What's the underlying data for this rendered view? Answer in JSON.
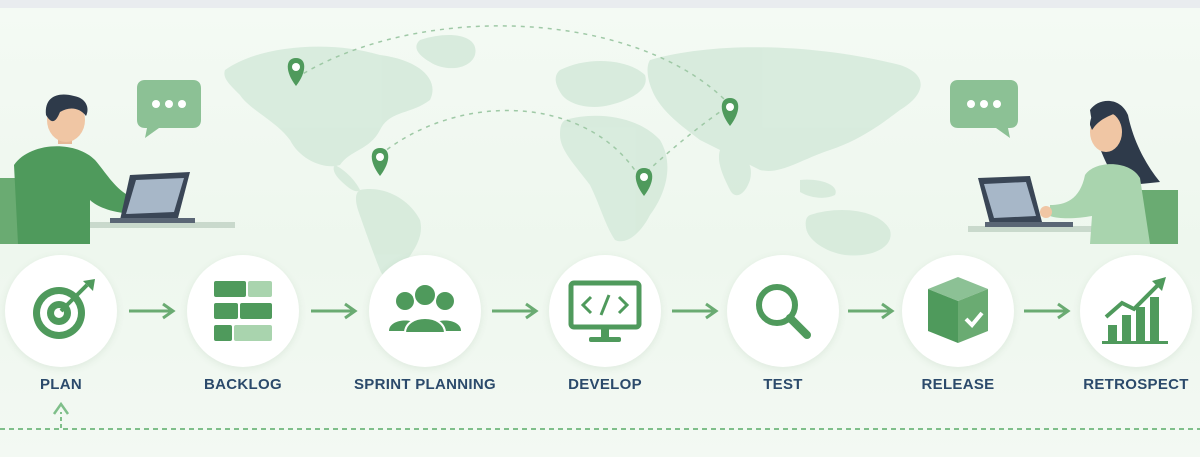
{
  "colors": {
    "accent": "#4f9a5c",
    "accent_light": "#a9d4ae",
    "label_text": "#2b4a6b",
    "map": "#d8ebd9"
  },
  "steps": [
    {
      "label": "PLAN",
      "icon": "target-icon"
    },
    {
      "label": "BACKLOG",
      "icon": "backlog-list-icon"
    },
    {
      "label": "SPRINT PLANNING",
      "icon": "team-icon"
    },
    {
      "label": "DEVELOP",
      "icon": "code-monitor-icon"
    },
    {
      "label": "TEST",
      "icon": "magnifier-icon"
    },
    {
      "label": "RELEASE",
      "icon": "package-check-icon"
    },
    {
      "label": "RETROSPECT",
      "icon": "growth-chart-icon"
    }
  ]
}
